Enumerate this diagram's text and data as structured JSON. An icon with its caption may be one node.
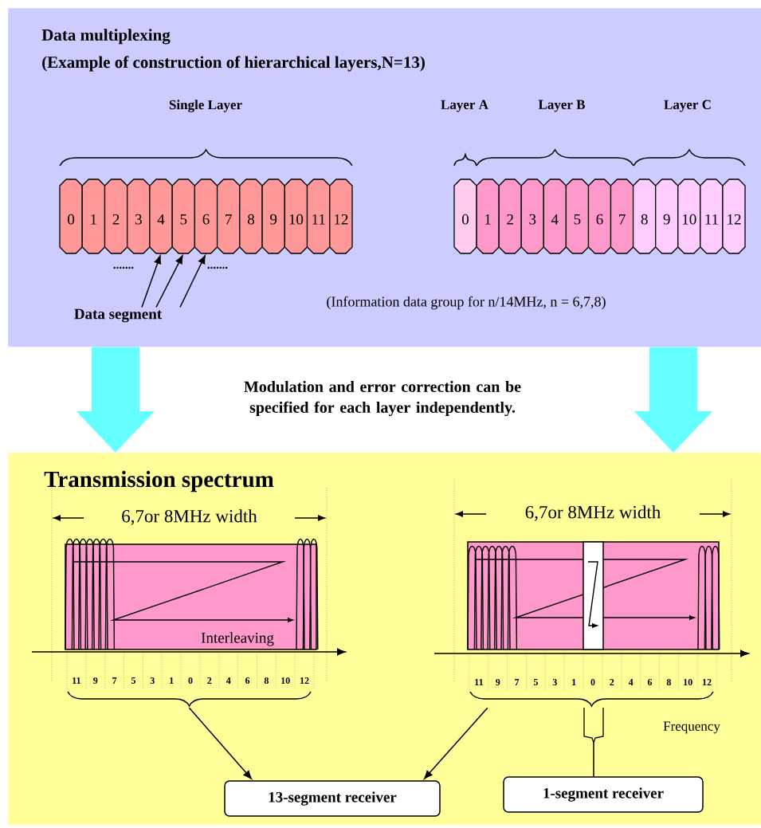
{
  "diagram": {
    "nodes": [
      {
        "text": [
          "Data multiplexing",
          "(Example of construction of hierarchical layers,N=13)"
        ]
      },
      {
        "text": [
          "0"
        ],
        "in": 0
      },
      {
        "text": [
          "1"
        ],
        "in": 0
      },
      {
        "text": [
          "2"
        ],
        "in": 0
      },
      {
        "text": [
          "3"
        ],
        "in": 0
      },
      {
        "text": [
          "4"
        ],
        "in": 0
      },
      {
        "text": [
          "5"
        ],
        "in": 0
      },
      {
        "text": [
          "6"
        ],
        "in": 0
      },
      {
        "text": [
          "7"
        ],
        "in": 0
      },
      {
        "text": [
          "8"
        ],
        "in": 0
      },
      {
        "text": [
          "9"
        ],
        "in": 0
      },
      {
        "text": [
          "10"
        ],
        "in": 0
      },
      {
        "text": [
          "11"
        ],
        "in": 0
      },
      {
        "text": [
          "12"
        ],
        "in": 0
      },
      {
        "text": [
          "0"
        ],
        "in": 0
      },
      {
        "text": [
          "1"
        ],
        "in": 0
      },
      {
        "text": [
          "2"
        ],
        "in": 0
      },
      {
        "text": [
          "3"
        ],
        "in": 0
      },
      {
        "text": [
          "4"
        ],
        "in": 0
      },
      {
        "text": [
          "5"
        ],
        "in": 0
      },
      {
        "text": [
          "6"
        ],
        "in": 0
      },
      {
        "text": [
          "7"
        ],
        "in": 0
      },
      {
        "text": [
          "8"
        ],
        "in": 0
      },
      {
        "text": [
          "9"
        ],
        "in": 0
      },
      {
        "text": [
          "10"
        ],
        "in": 0
      },
      {
        "text": [
          "11"
        ],
        "in": 0
      },
      {
        "text": [
          "12"
        ],
        "in": 0
      },
      {
        "text": [
          "Data segment"
        ],
        "in": 0
      },
      {
        "text": [
          "Transmission spectrum"
        ]
      },
      {
        "text": [],
        "shape": "brace",
        "in": 28
      },
      {
        "text": [],
        "shape": "brace",
        "in": 28
      },
      {
        "text": [],
        "shape": "brace",
        "in": 28
      },
      {
        "text": [
          "13-segment receiver"
        ],
        "in": 28
      },
      {
        "text": [
          "1-segment receiver"
        ],
        "in": 28
      }
    ],
    "edges": [
      {
        "from": 27,
        "to": 5,
        "arrow": "to"
      },
      {
        "from": 27,
        "to": 6,
        "arrow": "to"
      },
      {
        "from": 27,
        "to": 7,
        "arrow": "to"
      },
      {
        "from": 0,
        "to": 28,
        "arrow": "to",
        "style": "thick",
        "color": "#66ffff"
      },
      {
        "from": 0,
        "to": 28,
        "arrow": "to",
        "style": "thick",
        "color": "#66ffff"
      },
      {
        "from": 29,
        "to": 32,
        "arrow": "to"
      },
      {
        "from": 30,
        "to": 32,
        "arrow": "to"
      },
      {
        "from": 31,
        "to": 33,
        "arrow": "none"
      }
    ],
    "labels": [
      "Single Layer",
      "Layer A",
      "Layer B",
      "Layer C",
      ".......",
      ".......",
      "(Information data group for n/14MHz, n = 6,7,8)",
      "Modulation and error correction can be specified for each layer independently.",
      "6,7or 8MHz width",
      "6,7or 8MHz width",
      "Interleaving",
      "11",
      "9",
      "7",
      "5",
      "3",
      "1",
      "0",
      "2",
      "4",
      "6",
      "8",
      "10",
      "12",
      "11",
      "9",
      "7",
      "5",
      "3",
      "1",
      "0",
      "2",
      "4",
      "6",
      "8",
      "10",
      "12",
      "Frequency"
    ]
  }
}
